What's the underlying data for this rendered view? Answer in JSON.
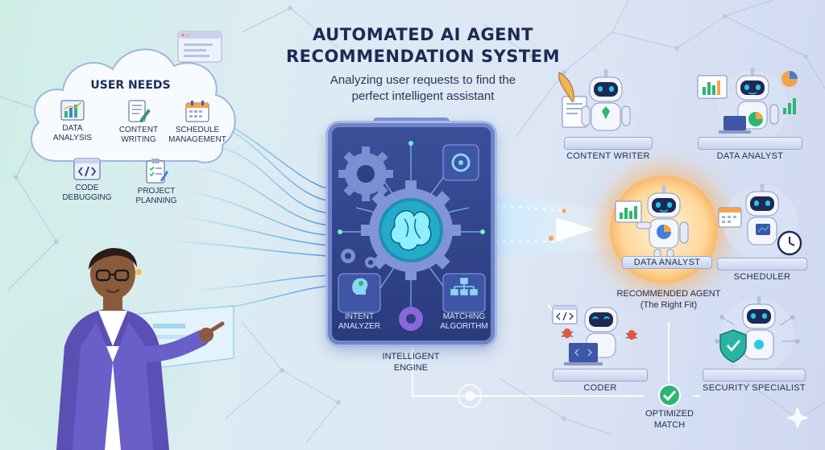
{
  "title": {
    "line1": "AUTOMATED AI AGENT",
    "line2": "RECOMMENDATION SYSTEM",
    "subtitle_line1": "Analyzing user requests to find the",
    "subtitle_line2": "perfect intelligent assistant"
  },
  "user_needs": {
    "title": "USER NEEDS",
    "items": [
      {
        "line1": "DATA",
        "line2": "ANALYSIS",
        "icon": "bar-chart-icon"
      },
      {
        "line1": "CONTENT",
        "line2": "WRITING",
        "icon": "document-pen-icon"
      },
      {
        "line1": "SCHEDULE",
        "line2": "MANAGEMENT",
        "icon": "calendar-icon"
      },
      {
        "line1": "CODE",
        "line2": "DEBUGGING",
        "icon": "code-icon"
      },
      {
        "line1": "PROJECT",
        "line2": "PLANNING",
        "icon": "clipboard-icon"
      }
    ]
  },
  "engine": {
    "label_line1": "INTELLIGENT",
    "label_line2": "ENGINE",
    "intent_line1": "INTENT",
    "intent_line2": "ANALYZER",
    "matching_line1": "MATCHING",
    "matching_line2": "ALGORITHM"
  },
  "agents": {
    "content_writer": "CONTENT WRITER",
    "data_analyst_top": "DATA ANALYST",
    "data_analyst_rec": "DATA ANALYST",
    "scheduler": "SCHEDULER",
    "coder": "CODER",
    "security": "SECURITY SPECIALIST"
  },
  "recommended": {
    "line1": "RECOMMENDED AGENT",
    "line2": "(The Right Fit)"
  },
  "match": {
    "line1": "OPTIMIZED",
    "line2": "MATCH"
  },
  "colors": {
    "accent": "#f5a34a",
    "engine": "#2e3f86",
    "robot_eye": "#27c7e8",
    "check": "#2bb673"
  }
}
